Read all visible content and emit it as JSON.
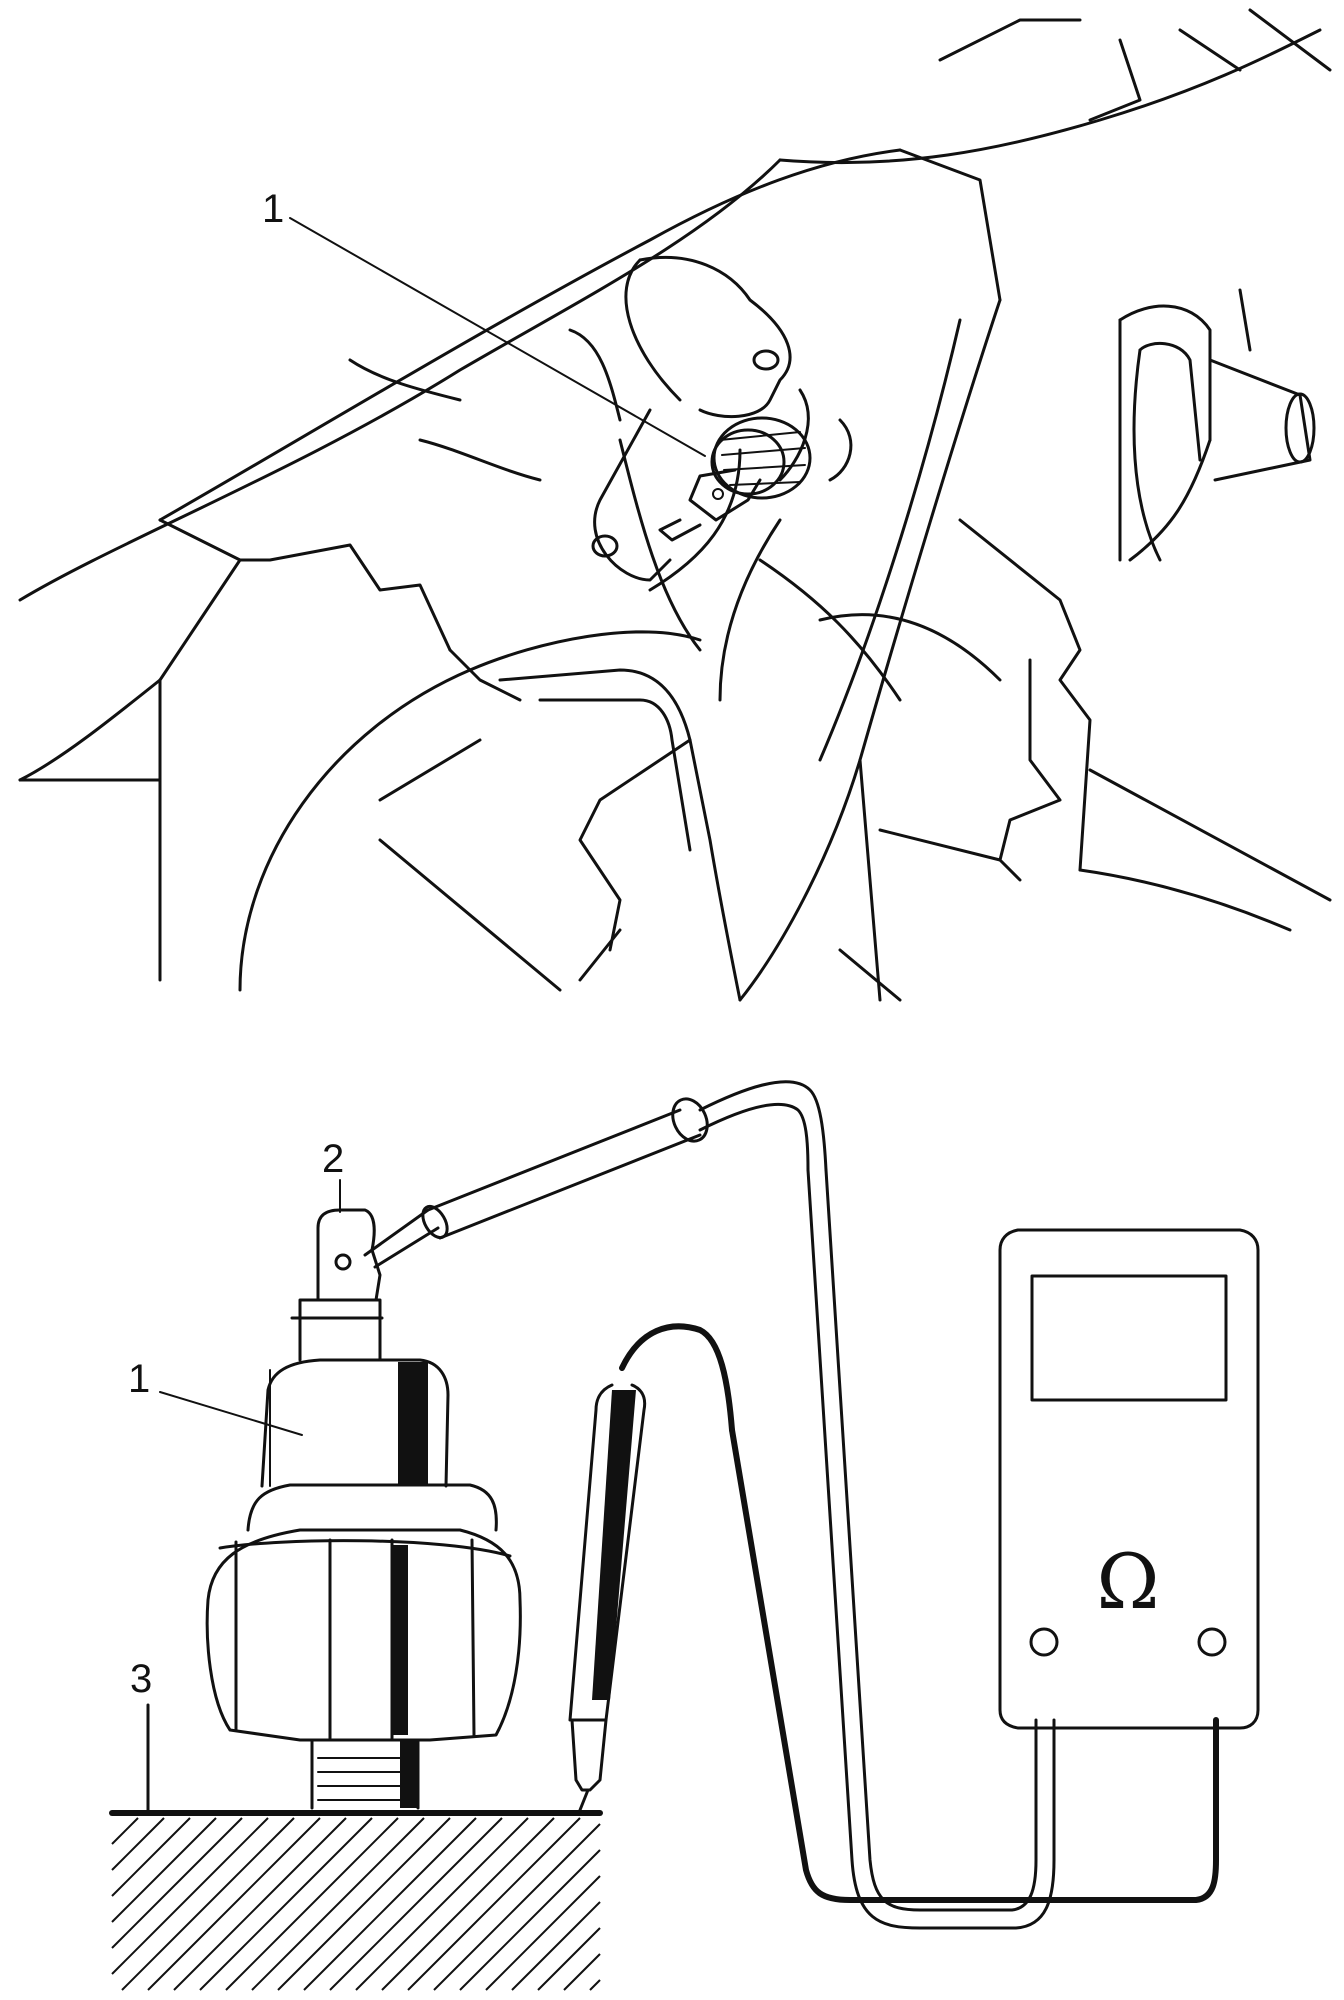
{
  "top_view": {
    "callouts": [
      {
        "label": "1"
      }
    ]
  },
  "bottom_view": {
    "callouts": [
      {
        "label": "1"
      },
      {
        "label": "2"
      },
      {
        "label": "3"
      }
    ],
    "meter_symbol": "Ω"
  }
}
